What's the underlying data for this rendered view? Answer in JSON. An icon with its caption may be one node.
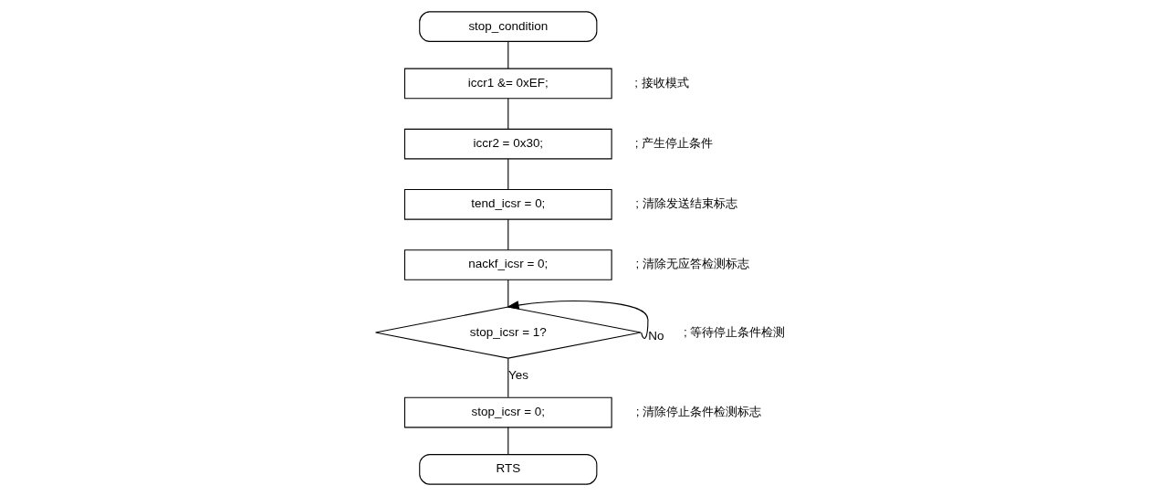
{
  "diagram": {
    "nodes": [
      {
        "text": [
          "stop_condition"
        ]
      },
      {
        "text": [
          "iccr1 &= 0xEF;"
        ],
        "beside": [
          "; 接收模式"
        ]
      },
      {
        "text": [
          "iccr2 = 0x30;"
        ],
        "beside": [
          "; 产生停止条件"
        ]
      },
      {
        "text": [
          "tend_icsr = 0;"
        ],
        "beside": [
          "; 清除发送结束标志"
        ]
      },
      {
        "text": [
          "nackf_icsr = 0;"
        ],
        "beside": [
          "; 清除无应答检测标志"
        ]
      },
      {
        "text": [
          "stop_icsr = 1?"
        ],
        "beside": [
          "; 等待停止条件检测"
        ]
      },
      {
        "text": [
          "stop_icsr = 0;"
        ],
        "beside": [
          "; 清除停止条件检测标志"
        ]
      },
      {
        "text": [
          "RTS"
        ]
      }
    ],
    "edges": [
      {
        "from": 0,
        "to": 1,
        "arrow": "none"
      },
      {
        "from": 1,
        "to": 2,
        "arrow": "none"
      },
      {
        "from": 2,
        "to": 3,
        "arrow": "none"
      },
      {
        "from": 3,
        "to": 4,
        "arrow": "none"
      },
      {
        "from": 4,
        "to": 5,
        "arrow": "none"
      },
      {
        "from": 5,
        "to": 5,
        "arrow": "to",
        "label": "No"
      },
      {
        "from": 5,
        "to": 6,
        "arrow": "none",
        "label": "Yes"
      },
      {
        "from": 6,
        "to": 7,
        "arrow": "none"
      }
    ]
  }
}
